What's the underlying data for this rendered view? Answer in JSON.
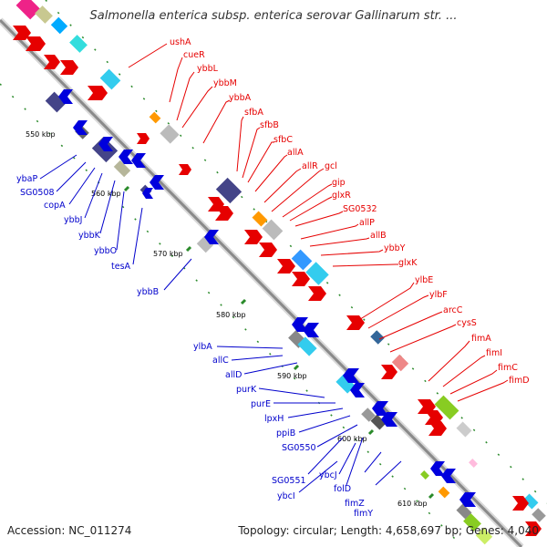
{
  "title": "Salmonella enterica subsp. enterica serovar Gallinarum str. ...",
  "footer": {
    "accession": "Accession: NC_011274",
    "summary": "Topology: circular; Length: 4,658,697 bp; Genes: 4,040"
  },
  "kbp_labels": [
    "550 kbp",
    "560 kbp",
    "570 kbp",
    "580 kbp",
    "590 kbp",
    "600 kbp",
    "610 kbp"
  ],
  "red_genes": [
    "ushA",
    "cueR",
    "ybbL",
    "ybbM",
    "ybbA",
    "sfbA",
    "sfbB",
    "sfbC",
    "allA",
    "allR",
    "gcl",
    "gip",
    "glxR",
    "SG0532",
    "allP",
    "allB",
    "ybbY",
    "glxK",
    "ylbE",
    "ylbF",
    "arcC",
    "cysS",
    "fimA",
    "fimI",
    "fimC",
    "fimD"
  ],
  "blue_genes": [
    "ybaP",
    "SG0508",
    "copA",
    "ybbJ",
    "ybbK",
    "ybbO",
    "tesA",
    "ybbB",
    "ylbA",
    "allC",
    "allD",
    "purK",
    "purE",
    "lpxH",
    "ppiB",
    "SG0550",
    "SG0551",
    "ybcJ",
    "ybcI",
    "folD",
    "fimZ",
    "fimY"
  ],
  "colors": {
    "forward": "#e60000",
    "reverse": "#0000cc",
    "backbone": "#888888",
    "tick": "#2a8a2a"
  }
}
